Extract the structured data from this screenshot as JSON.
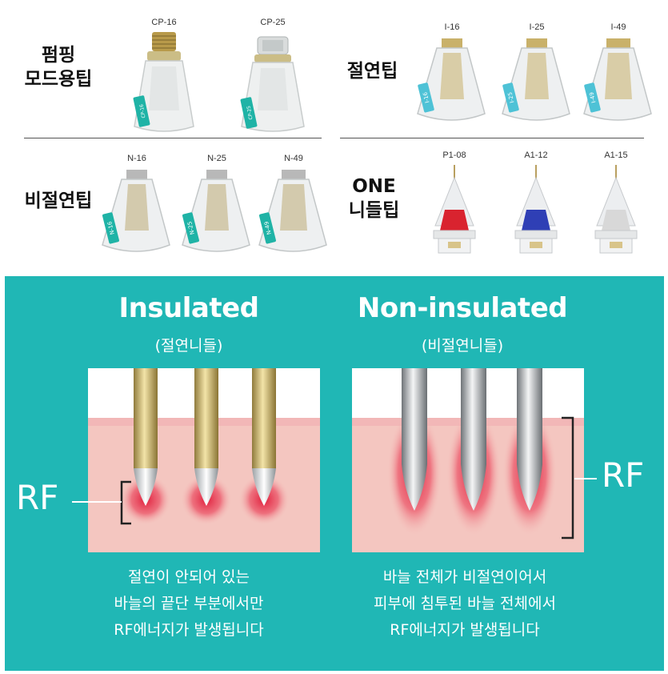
{
  "catalog": {
    "pumping": {
      "label_lines": [
        "펌핑",
        "모드용팁"
      ],
      "tips": [
        {
          "code": "CP-16",
          "band": "CP-16"
        },
        {
          "code": "CP-25",
          "band": "CP-25"
        }
      ]
    },
    "insulated_tips": {
      "label_lines": [
        "절연팁"
      ],
      "tips": [
        {
          "code": "I-16",
          "band": "I-16"
        },
        {
          "code": "I-25",
          "band": "I-25"
        },
        {
          "code": "I-49",
          "band": "I-49"
        }
      ]
    },
    "non_insulated_tips": {
      "label_lines": [
        "비절연팁"
      ],
      "tips": [
        {
          "code": "N-16",
          "band": "N-16"
        },
        {
          "code": "N-25",
          "band": "N-25"
        },
        {
          "code": "N-49",
          "band": "N-49"
        }
      ]
    },
    "one_needle_tips": {
      "label_lines": [
        "ONE",
        "니들팁"
      ],
      "tips": [
        {
          "code": "P1-08",
          "color": "#d9232f"
        },
        {
          "code": "A1-12",
          "color": "#2f3fb5"
        },
        {
          "code": "A1-15",
          "color": "#d8d8d8"
        }
      ]
    }
  },
  "comparison": {
    "insulated": {
      "title": "Insulated",
      "subtitle": "(절연니들)",
      "rf_label": "RF",
      "desc_lines": [
        "절연이 안되어 있는",
        "바늘의 끝단 부분에서만",
        "RF에너지가 발생됩니다"
      ]
    },
    "non_insulated": {
      "title": "Non-insulated",
      "subtitle": "(비절연니들)",
      "rf_label": "RF",
      "desc_lines": [
        "바늘 전체가 비절연이어서",
        "피부에 침투된 바늘 전체에서",
        "RF에너지가 발생됩니다"
      ]
    }
  },
  "colors": {
    "panel_teal": "#20b7b5",
    "skin": "#f4c6c0",
    "heat_red": "#e01e3c",
    "gold_needle": "#c9b16a",
    "silver_needle": "#a9a9a9",
    "label_teal": "#1fb3a6"
  }
}
